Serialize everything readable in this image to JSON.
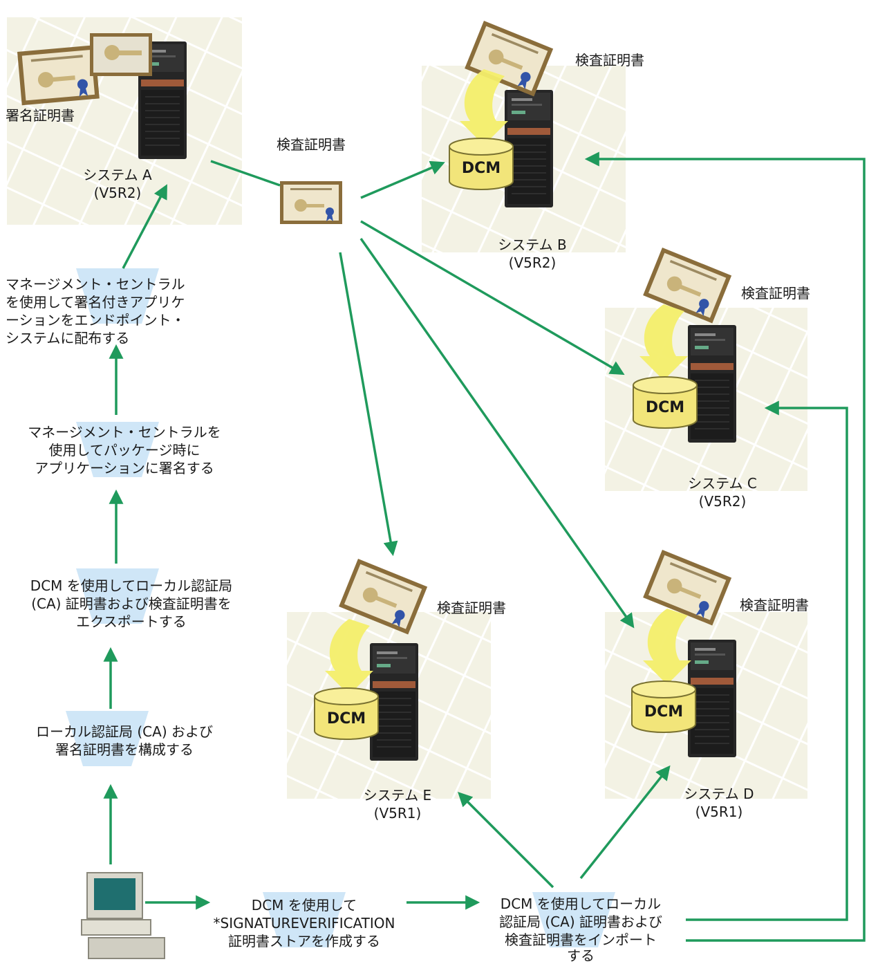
{
  "colors": {
    "arrow": "#1f9a5c",
    "backdrop": "#f3f2e4",
    "funnel": "#cfe6f7",
    "dcm_disk": "#f2e57a",
    "server": "#262626",
    "certificate_frame": "#8a6d3b",
    "ribbon": "#3254a8",
    "yellow_arrow": "#f3ee6a"
  },
  "icons": [
    "server-icon",
    "certificate-icon",
    "signing-certificate-icon",
    "dcm-database-icon",
    "download-arrow-icon",
    "workstation-icon"
  ],
  "systems": {
    "a": {
      "name": "システム A",
      "version": "(V5R2)",
      "cert_label": "署名証明書"
    },
    "b": {
      "name": "システム B",
      "version": "(V5R2)",
      "cert_label": "検査証明書"
    },
    "c": {
      "name": "システム C",
      "version": "(V5R2)",
      "cert_label": "検査証明書"
    },
    "d": {
      "name": "システム D",
      "version": "(V5R1)",
      "cert_label": "検査証明書"
    },
    "e": {
      "name": "システム E",
      "version": "(V5R1)",
      "cert_label": "検査証明書"
    }
  },
  "dcm_label": "DCM",
  "hub_cert_label": "検査証明書",
  "steps": {
    "distribute": [
      "マネージメント・セントラル",
      "を使用して署名付きアプリケ",
      "ーションをエンドポイント・",
      "システムに配布する"
    ],
    "sign": [
      "マネージメント・セントラルを",
      "使用してパッケージ時に",
      "アプリケーションに署名する"
    ],
    "export": [
      "DCM を使用してローカル認証局",
      "(CA) 証明書および検査証明書を",
      "エクスポートする"
    ],
    "configure": [
      "ローカル認証局 (CA) および",
      "署名証明書を構成する"
    ],
    "create_store": [
      "DCM を使用して",
      "*SIGNATUREVERIFICATION",
      "証明書ストアを作成する"
    ],
    "import": [
      "DCM を使用してローカル",
      "認証局 (CA) 証明書および",
      "検査証明書をインポート",
      "する"
    ]
  }
}
